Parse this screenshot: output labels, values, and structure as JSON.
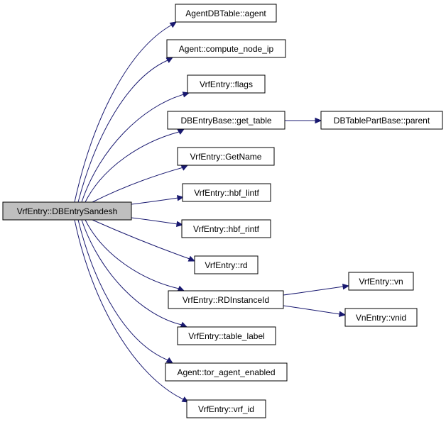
{
  "graph": {
    "nodes": {
      "root": "VrfEntry::DBEntrySandesh",
      "agentdb_agent": "AgentDBTable::agent",
      "compute_node_ip": "Agent::compute_node_ip",
      "flags": "VrfEntry::flags",
      "get_table": "DBEntryBase::get_table",
      "parent": "DBTablePartBase::parent",
      "getname": "VrfEntry::GetName",
      "hbf_lintf": "VrfEntry::hbf_lintf",
      "hbf_rintf": "VrfEntry::hbf_rintf",
      "rd": "VrfEntry::rd",
      "rdinstanceid": "VrfEntry::RDInstanceId",
      "vn": "VrfEntry::vn",
      "vnid": "VnEntry::vnid",
      "table_label": "VrfEntry::table_label",
      "tor_agent_enabled": "Agent::tor_agent_enabled",
      "vrf_id": "VrfEntry::vrf_id"
    },
    "edges": [
      [
        "root",
        "agentdb_agent"
      ],
      [
        "root",
        "compute_node_ip"
      ],
      [
        "root",
        "flags"
      ],
      [
        "root",
        "get_table"
      ],
      [
        "root",
        "getname"
      ],
      [
        "root",
        "hbf_lintf"
      ],
      [
        "root",
        "hbf_rintf"
      ],
      [
        "root",
        "rd"
      ],
      [
        "root",
        "rdinstanceid"
      ],
      [
        "root",
        "table_label"
      ],
      [
        "root",
        "tor_agent_enabled"
      ],
      [
        "root",
        "vrf_id"
      ],
      [
        "get_table",
        "parent"
      ],
      [
        "rdinstanceid",
        "vn"
      ],
      [
        "rdinstanceid",
        "vnid"
      ]
    ],
    "colors": {
      "edge": "#191970",
      "root_fill": "#bfbfbf",
      "node_fill": "#ffffff",
      "border": "#000000"
    }
  }
}
